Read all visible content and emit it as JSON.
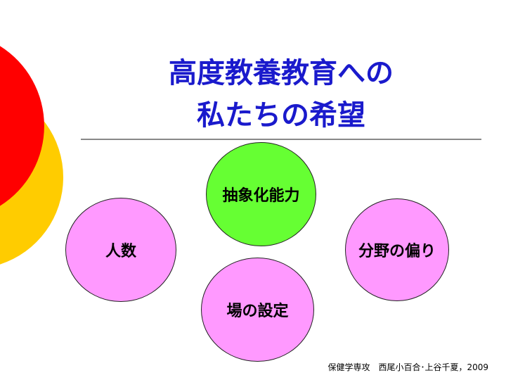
{
  "slide": {
    "title_line1": "高度教養教育への",
    "title_line2": "私たちの希望",
    "bubbles": [
      "抽象化能力",
      "人数",
      "分野の偏り",
      "場の設定"
    ],
    "credit": "保健学専攻　西尾小百合･上谷千夏，2009"
  },
  "colors": {
    "title": "#1a1acc",
    "pink": "#ff99ff",
    "green": "#66ff33",
    "red": "#ff0000",
    "yellow": "#ffcc00"
  }
}
